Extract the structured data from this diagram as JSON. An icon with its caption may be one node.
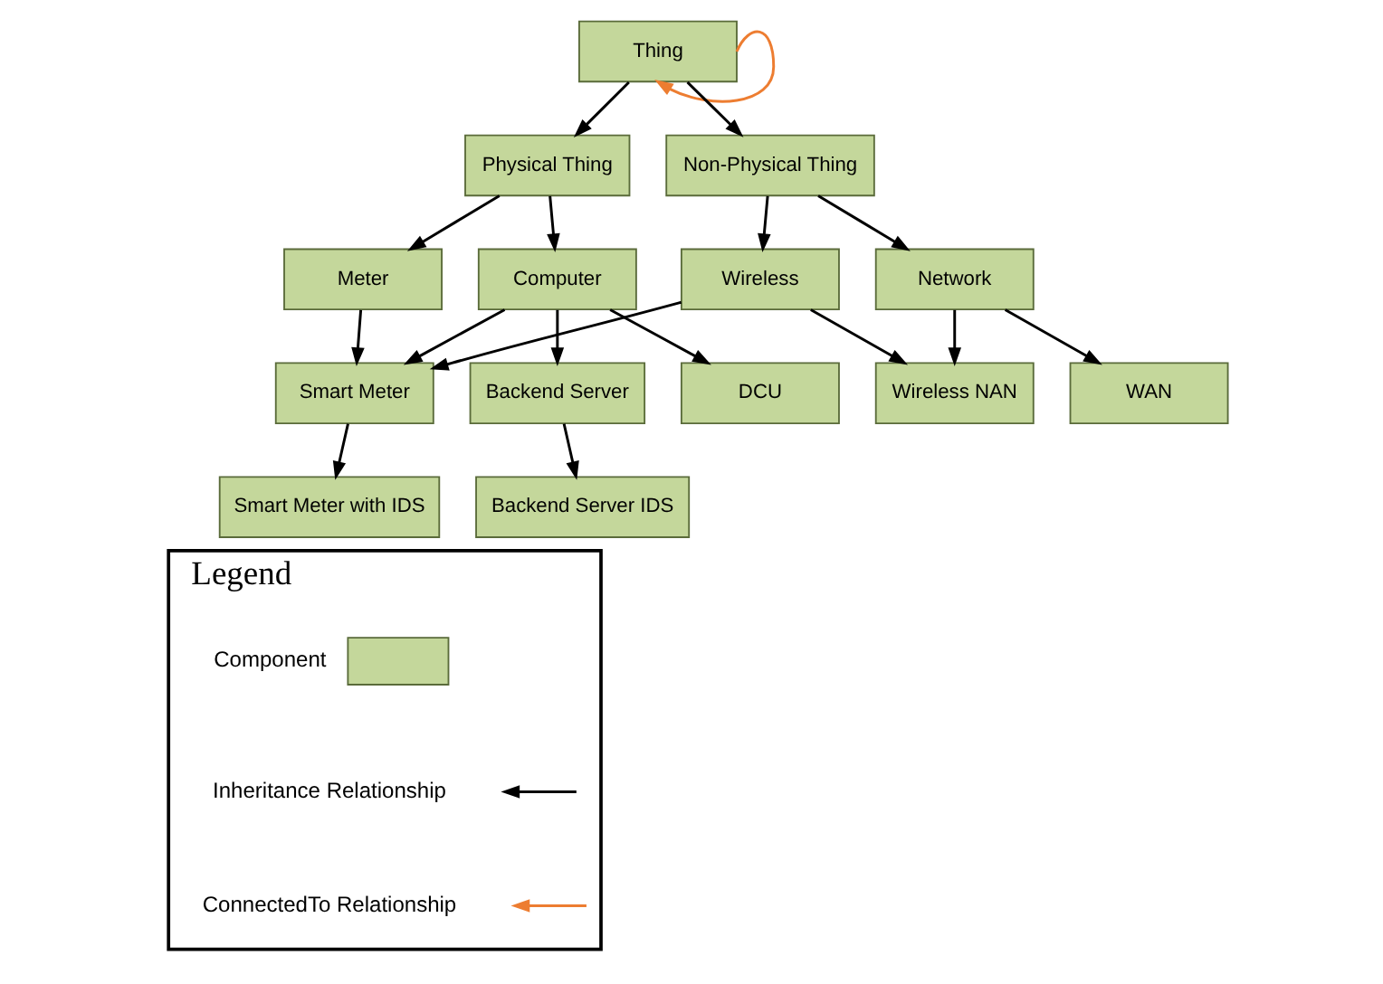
{
  "diagram": {
    "nodes": [
      {
        "text": [
          "Thing"
        ]
      },
      {
        "text": [
          "Physical Thing"
        ]
      },
      {
        "text": [
          "Non-Physical Thing"
        ]
      },
      {
        "text": [
          "Meter"
        ]
      },
      {
        "text": [
          "Computer"
        ]
      },
      {
        "text": [
          "Wireless"
        ]
      },
      {
        "text": [
          "Network"
        ]
      },
      {
        "text": [
          "Smart Meter"
        ]
      },
      {
        "text": [
          "Backend Server"
        ]
      },
      {
        "text": [
          "DCU"
        ]
      },
      {
        "text": [
          "Wireless NAN"
        ]
      },
      {
        "text": [
          "WAN"
        ]
      },
      {
        "text": [
          "Smart Meter with IDS"
        ]
      },
      {
        "text": [
          "Backend Server IDS"
        ]
      },
      {
        "text": [
          "Legend"
        ]
      }
    ],
    "edges": [
      {
        "from": 0,
        "to": 1,
        "arrow": "to"
      },
      {
        "from": 0,
        "to": 2,
        "arrow": "to"
      },
      {
        "from": 0,
        "to": 0,
        "arrow": "to",
        "color": "#ed7d31"
      },
      {
        "from": 1,
        "to": 3,
        "arrow": "to"
      },
      {
        "from": 1,
        "to": 4,
        "arrow": "to"
      },
      {
        "from": 2,
        "to": 5,
        "arrow": "to"
      },
      {
        "from": 2,
        "to": 6,
        "arrow": "to"
      },
      {
        "from": 3,
        "to": 7,
        "arrow": "to"
      },
      {
        "from": 4,
        "to": 7,
        "arrow": "to"
      },
      {
        "from": 4,
        "to": 8,
        "arrow": "to"
      },
      {
        "from": 4,
        "to": 9,
        "arrow": "to"
      },
      {
        "from": 5,
        "to": 7,
        "arrow": "to"
      },
      {
        "from": 5,
        "to": 10,
        "arrow": "to"
      },
      {
        "from": 6,
        "to": 10,
        "arrow": "to"
      },
      {
        "from": 6,
        "to": 11,
        "arrow": "to"
      },
      {
        "from": 7,
        "to": 12,
        "arrow": "to"
      },
      {
        "from": 8,
        "to": 13,
        "arrow": "to"
      }
    ],
    "legend": [
      {
        "text": "Component",
        "color": "#c4d79b"
      },
      {
        "text": "Inheritance Relationship"
      },
      {
        "text": "ConnectedTo Relationship"
      }
    ]
  }
}
